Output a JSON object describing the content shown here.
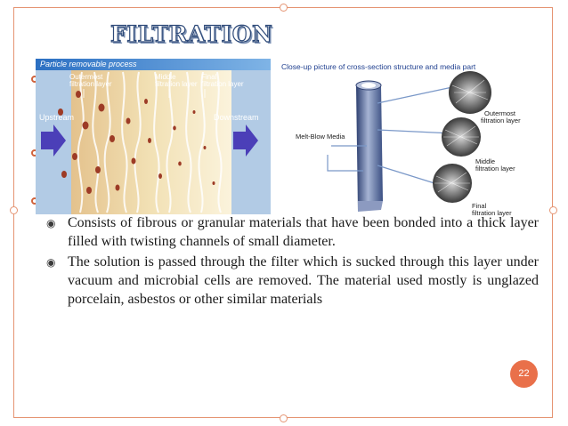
{
  "slide": {
    "title": "FILTRATION",
    "page_number": "22"
  },
  "left_figure": {
    "banner": "Particle removable process",
    "labels": {
      "outermost": [
        "Outermost",
        "filtration layer"
      ],
      "middle": [
        "Middle",
        "filtration layer"
      ],
      "final": [
        "Final",
        "filtration layer"
      ],
      "upstream": "Upstream",
      "downstream": "Downstream"
    }
  },
  "right_figure": {
    "banner": "Close-up picture of cross-section structure and media part",
    "labels": {
      "melt_blow": "Melt-Blow Media",
      "outermost": [
        "Outermost",
        "filtration layer"
      ],
      "middle": [
        "Middle",
        "filtration layer"
      ],
      "final": [
        "Final",
        "filtration layer"
      ]
    }
  },
  "bullets": [
    "Consists of fibrous or granular materials that have been bonded into a thick layer filled with twisting channels of small diameter.",
    "The solution is passed through the filter which is sucked through this layer under vacuum and microbial cells are removed. The material used mostly is unglazed porcelain, asbestos or other similar materials"
  ],
  "colors": {
    "accent": "#e9704a",
    "frame": "#e59472",
    "title_outline": "#2e4a79",
    "arrow": "#4b3fb8",
    "banner_blue": "#1f3f8f"
  }
}
